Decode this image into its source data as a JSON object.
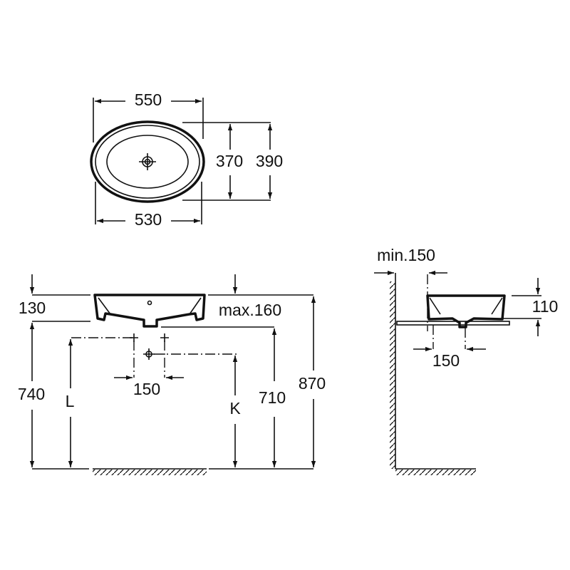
{
  "top_view": {
    "outer_width": "550",
    "inner_width": "530",
    "inner_depth": "370",
    "outer_depth": "390"
  },
  "front_view": {
    "basin_height": "130",
    "max_height": "max.160",
    "counter_height": "740",
    "drain_height": "710",
    "total_height": "870",
    "tap_spacing": "150",
    "label_l": "L",
    "label_k": "K"
  },
  "side_view": {
    "wall_min": "min.150",
    "shelf_height": "110",
    "drain_offset": "150"
  }
}
